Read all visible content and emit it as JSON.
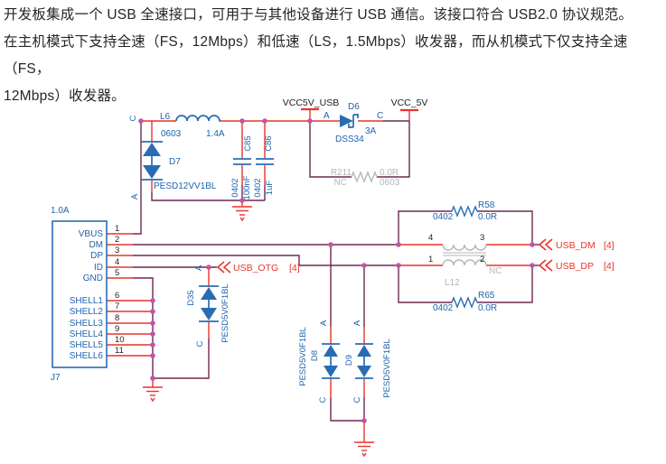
{
  "colors": {
    "wire_purple": "#6b2950",
    "pin_wire_red": "#e8342b",
    "component_blue": "#2a6cb4",
    "label_blue": "#1e63ad",
    "net_label_red": "#e8342b",
    "not_fitted_gray": "#b3b6b8",
    "junction_pink": "#c155a4",
    "text_black": "#1c1c1c"
  },
  "intro": {
    "line1": "开发板集成一个 USB 全速接口，可用于与其他设备进行 USB 通信。该接口符合 USB2.0 协议规范。",
    "line2": "在主机模式下支持全速（FS，12Mbps）和低速（LS，1.5Mbps）收发器，而从机模式下仅支持全速（FS，",
    "line3": "12Mbps）收发器。"
  },
  "power": {
    "vcc5v_usb": "VCC5V_USB",
    "vcc_5v": "VCC_5V"
  },
  "l6": {
    "ref": "L6",
    "footprint": "0603",
    "rating": "1.4A"
  },
  "d7": {
    "ref": "D7",
    "part": "PESD12VV1BL",
    "pin_c": "C",
    "pin_a": "A"
  },
  "c85": {
    "ref": "C85",
    "footprint": "0402",
    "value": "100nF"
  },
  "c86": {
    "ref": "C86",
    "footprint": "0402",
    "value": "1uF"
  },
  "d6": {
    "ref": "D6",
    "part": "DSS34",
    "rating": "3A",
    "pin_a": "A",
    "pin_c": "C"
  },
  "r211": {
    "ref": "R211",
    "value": "0.0R",
    "status": "NC",
    "footprint": "0603"
  },
  "j7": {
    "ref": "J7",
    "rating": "1.0A",
    "pins": [
      {
        "num": "1",
        "name": "VBUS"
      },
      {
        "num": "2",
        "name": "DM"
      },
      {
        "num": "3",
        "name": "DP"
      },
      {
        "num": "4",
        "name": "ID"
      },
      {
        "num": "5",
        "name": "GND"
      },
      {
        "num": "6",
        "name": "SHELL1"
      },
      {
        "num": "7",
        "name": "SHELL2"
      },
      {
        "num": "8",
        "name": "SHELL3"
      },
      {
        "num": "9",
        "name": "SHELL4"
      },
      {
        "num": "10",
        "name": "SHELL5"
      },
      {
        "num": "11",
        "name": "SHELL6"
      }
    ]
  },
  "d35": {
    "ref": "D35",
    "part": "PESD5V0F1BL",
    "pin_a": "A",
    "pin_c": "C"
  },
  "d8": {
    "ref": "D8",
    "part": "PESD5V0F1BL",
    "pin_a": "A",
    "pin_c": "C"
  },
  "d9": {
    "ref": "D9",
    "part": "PESD5V0F1BL",
    "pin_a": "A",
    "pin_c": "C"
  },
  "r58": {
    "ref": "R58",
    "footprint": "0402",
    "value": "0.0R"
  },
  "r65": {
    "ref": "R65",
    "footprint": "0402",
    "value": "0.0R"
  },
  "l12": {
    "ref": "L12",
    "status": "NC",
    "pin4": "4",
    "pin3": "3",
    "pin1": "1",
    "pin2": "2"
  },
  "nets": {
    "usb_otg": {
      "name": "USB_OTG",
      "sheet": "[4]"
    },
    "usb_dm": {
      "name": "USB_DM",
      "sheet": "[4]"
    },
    "usb_dp": {
      "name": "USB_DP",
      "sheet": "[4]"
    }
  }
}
